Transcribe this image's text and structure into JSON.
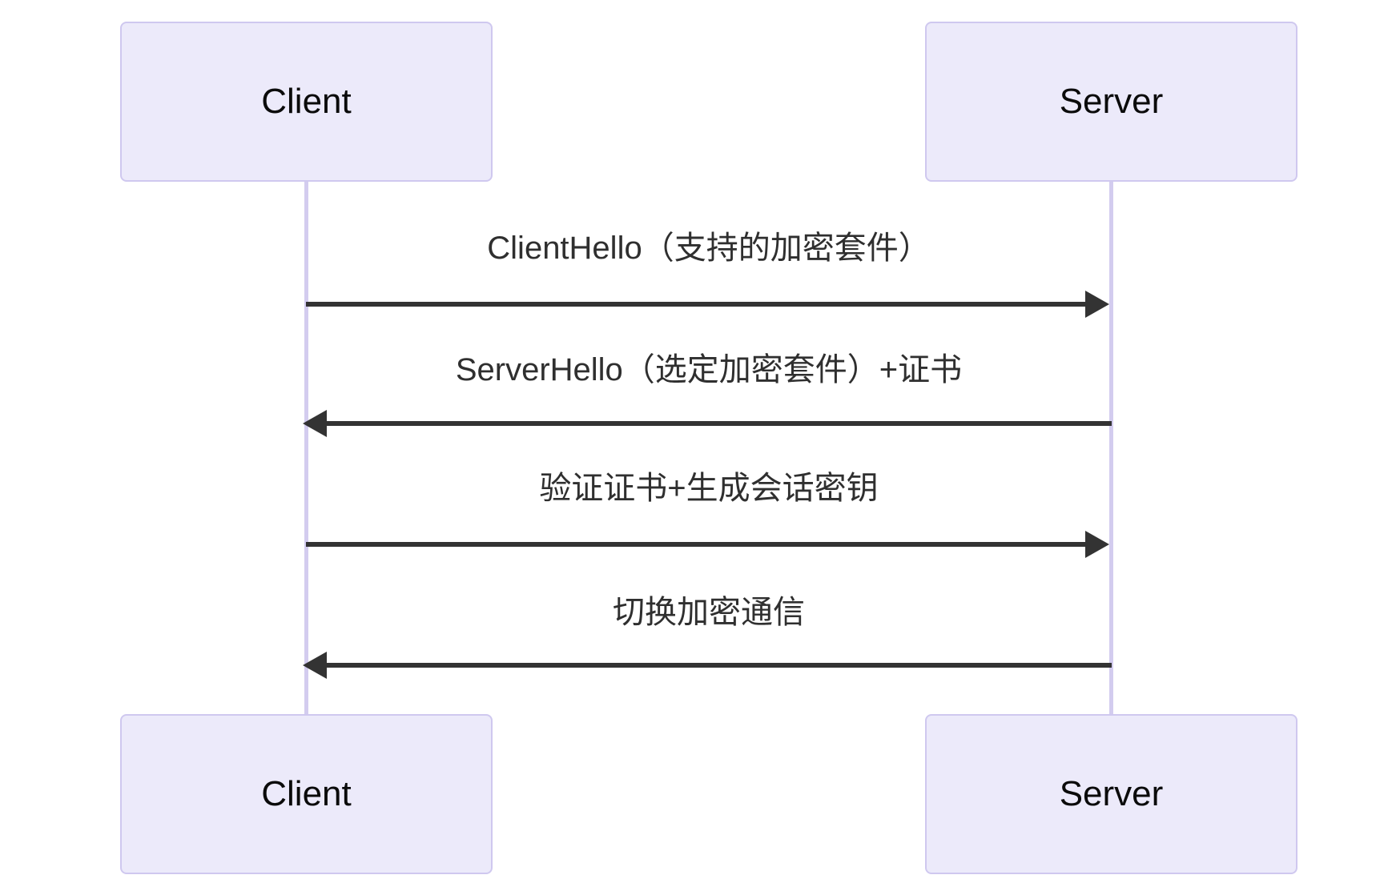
{
  "diagram": {
    "type": "sequence-diagram",
    "background_color": "#FFFFFF",
    "actor_fill": "#ECEAFA",
    "actor_border": "#CFC8EF",
    "lifeline_color": "#D3CCEF",
    "arrow_color": "#333333",
    "text_color": "#2F2F2F"
  },
  "actors": [
    {
      "id": "client",
      "label": "Client"
    },
    {
      "id": "server",
      "label": "Server"
    }
  ],
  "actors_bottom": [
    {
      "id": "client-bottom",
      "label": "Client"
    },
    {
      "id": "server-bottom",
      "label": "Server"
    }
  ],
  "messages": [
    {
      "index": 1,
      "label": "ClientHello（支持的加密套件）",
      "from": "client",
      "to": "server",
      "direction": "right"
    },
    {
      "index": 2,
      "label": "ServerHello（选定加密套件）+证书",
      "from": "server",
      "to": "client",
      "direction": "left"
    },
    {
      "index": 3,
      "label": "验证证书+生成会话密钥",
      "from": "client",
      "to": "server",
      "direction": "right"
    },
    {
      "index": 4,
      "label": "切换加密通信",
      "from": "server",
      "to": "client",
      "direction": "left"
    }
  ]
}
